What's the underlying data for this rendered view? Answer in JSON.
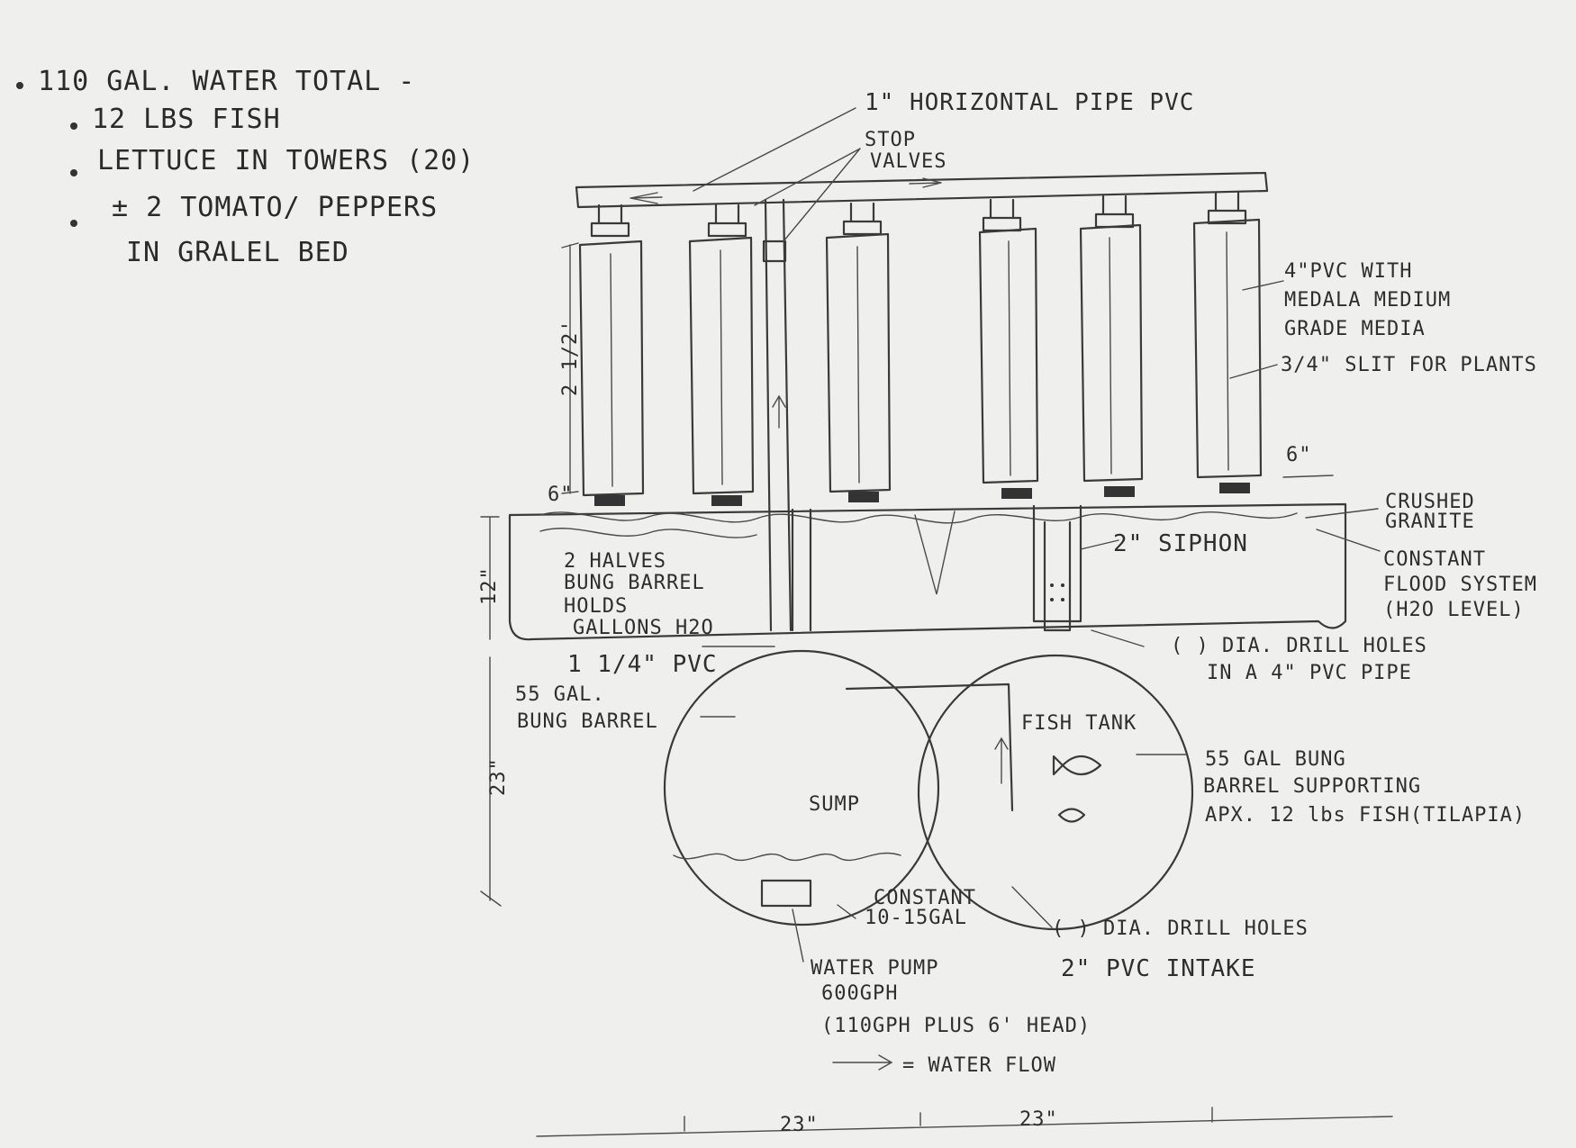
{
  "notes": {
    "total": "110 GAL. WATER TOTAL -",
    "fish": "12 LBS FISH",
    "lettuce": "LETTUCE IN TOWERS (20)",
    "tomato_1": "± 2 TOMATO/ PEPPERS",
    "tomato_2": "IN GRALEL BED"
  },
  "labels": {
    "horizontal_pipe": "1\" HORIZONTAL PIPE PVC",
    "stop_valves_1": "STOP",
    "stop_valves_2": "VALVES",
    "tower_media_1": "4\"PVC WITH",
    "tower_media_2": "MEDALA MEDIUM",
    "tower_media_3": "GRADE MEDIA",
    "slit": "3/4\" SLIT FOR PLANTS",
    "crushed_granite_1": "CRUSHED",
    "crushed_granite_2": "GRANITE",
    "flood_1": "CONSTANT",
    "flood_2": "FLOOD SYSTEM",
    "flood_3": "(H2O LEVEL)",
    "siphon": "2\" SIPHON",
    "bed_1": "2 HALVES",
    "bed_2": "BUNG BARREL",
    "bed_3": "HOLDS",
    "bed_4": "GALLONS H2O",
    "drill_top_1": "(   ) DIA. DRILL HOLES",
    "drill_top_2": "IN A 4\" PVC PIPE",
    "pvc_114": "1 1/4\" PVC",
    "barrel_1": "55 GAL.",
    "barrel_2": "BUNG BARREL",
    "fish_tank": "FISH TANK",
    "sump": "SUMP",
    "fish_barrel_1": "55 GAL BUNG",
    "fish_barrel_2": "BARREL SUPPORTING",
    "fish_barrel_3": "APX. 12 lbs FISH(TILAPIA)",
    "constant_1": "CONSTANT",
    "constant_2": "10-15GAL",
    "drill_bottom": "(   ) DIA. DRILL HOLES",
    "intake": "2\" PVC INTAKE",
    "pump_1": "WATER PUMP",
    "pump_2": "600GPH",
    "pump_3": "(110GPH PLUS 6' HEAD)",
    "legend": "= WATER FLOW"
  },
  "dimensions": {
    "tower_height": "2 1/2'",
    "gap_left": "6\"",
    "gap_right": "6\"",
    "bed_depth": "12\"",
    "barrel_height": "23\"",
    "barrel_width_left": "23\"",
    "barrel_width_right": "23\""
  }
}
